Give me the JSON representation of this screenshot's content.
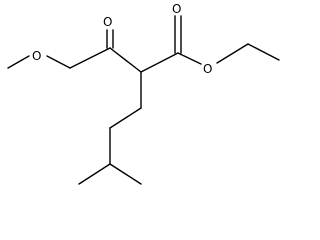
{
  "molecule": {
    "atoms": {
      "O_methoxy": "O",
      "O_ketone": "O",
      "O_carbonyl": "O",
      "O_ester": "O"
    },
    "colors": {
      "bond": "#000000",
      "label": "#000000",
      "background": "#ffffff"
    }
  }
}
